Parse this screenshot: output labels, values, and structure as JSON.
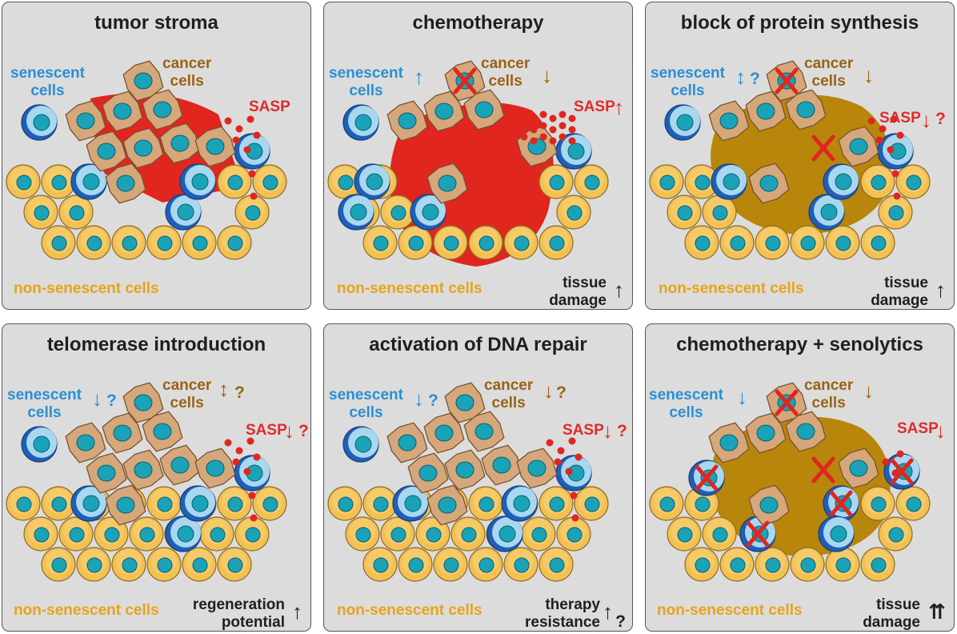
{
  "colors": {
    "panel_bg": "#dcdcdc",
    "senescent": "#2a8fd4",
    "cancer": "#9b6214",
    "sasp": "#e02a2a",
    "non_senescent": "#e8a317",
    "damage_text": "#1f1f1f",
    "blood": "#e0261f",
    "brown_area": "#b8860b"
  },
  "labels": {
    "senescent": "senescent\ncells",
    "cancer": "cancer\ncells",
    "sasp": "SASP",
    "non_senescent": "non-senescent cells",
    "question": "?"
  },
  "panels": [
    {
      "title": "tumor stroma",
      "outcome": "",
      "senescent_change": "none",
      "cancer_change": "none",
      "sasp_change": "none",
      "outcome_change": "none",
      "area": "red"
    },
    {
      "title": "chemotherapy",
      "outcome": "tissue\ndamage",
      "senescent_change": "up",
      "cancer_change": "down",
      "sasp_change": "up",
      "outcome_change": "up",
      "area": "red"
    },
    {
      "title": "block of protein synthesis",
      "outcome": "tissue\ndamage",
      "senescent_change": "up-down?",
      "cancer_change": "down",
      "sasp_change": "down?",
      "outcome_change": "up",
      "area": "brown"
    },
    {
      "title": "telomerase introduction",
      "outcome": "regeneration\npotential",
      "senescent_change": "down?",
      "cancer_change": "up-down?",
      "sasp_change": "down?",
      "outcome_change": "up",
      "area": "none"
    },
    {
      "title": "activation of DNA repair",
      "outcome": "therapy\nresistance",
      "senescent_change": "down?",
      "cancer_change": "down?",
      "sasp_change": "down?",
      "outcome_change": "up?",
      "area": "none"
    },
    {
      "title": "chemotherapy + senolytics",
      "outcome": "tissue\ndamage",
      "senescent_change": "down",
      "cancer_change": "down",
      "sasp_change": "down",
      "outcome_change": "double-up",
      "area": "brown"
    }
  ]
}
